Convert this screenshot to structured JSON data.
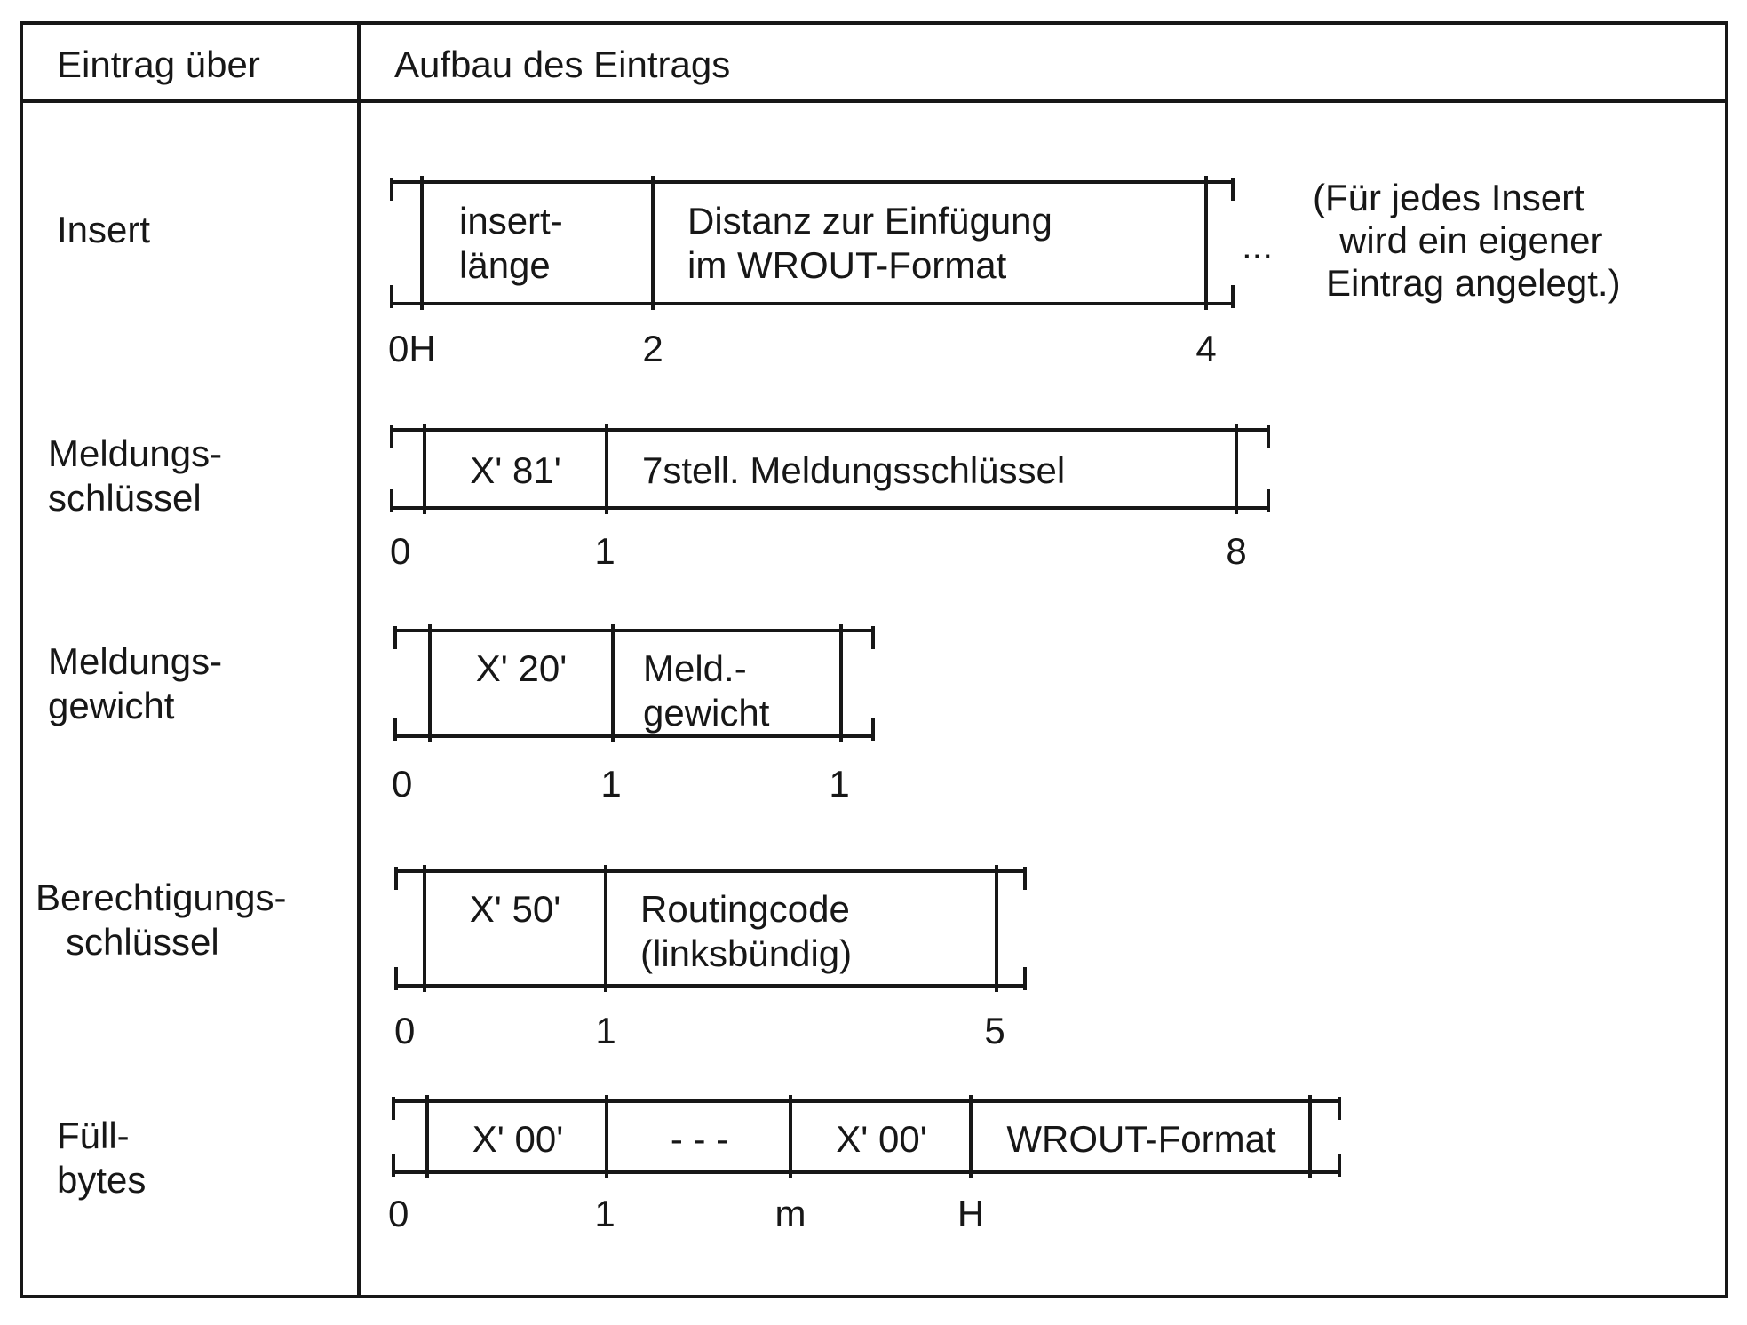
{
  "header": {
    "col1": "Eintrag über",
    "col2": "Aufbau des Eintrags"
  },
  "rows": [
    {
      "label_lines": [
        "Insert"
      ],
      "cells": [
        "insert-\nlänge",
        "Distanz zur Einfügung\nim WROUT-Format"
      ],
      "ellipsis": "...",
      "note_lines": [
        "(Für jedes Insert",
        "wird ein eigener",
        "Eintrag angelegt.)"
      ],
      "byte_labels": [
        "0H",
        "2",
        "4"
      ]
    },
    {
      "label_lines": [
        "Meldungs-",
        "schlüssel"
      ],
      "cells": [
        "X' 81'",
        "7stell. Meldungsschlüssel"
      ],
      "byte_labels": [
        "0",
        "1",
        "8"
      ]
    },
    {
      "label_lines": [
        "Meldungs-",
        "gewicht"
      ],
      "cells": [
        "X' 20'",
        "Meld.-\ngewicht"
      ],
      "byte_labels": [
        "0",
        "1",
        "1"
      ]
    },
    {
      "label_lines": [
        "Berechtigungs-",
        "schlüssel"
      ],
      "cells": [
        "X' 50'",
        "Routingcode\n(linksbündig)"
      ],
      "byte_labels": [
        "0",
        "1",
        "5"
      ]
    },
    {
      "label_lines": [
        "Füll-",
        "bytes"
      ],
      "cells": [
        "X' 00'",
        "- - -",
        "X' 00'",
        "WROUT-Format"
      ],
      "byte_labels": [
        "0",
        "1",
        "m",
        "H"
      ]
    }
  ],
  "colors": {
    "ink": "#171717",
    "paper": "#ffffff"
  }
}
